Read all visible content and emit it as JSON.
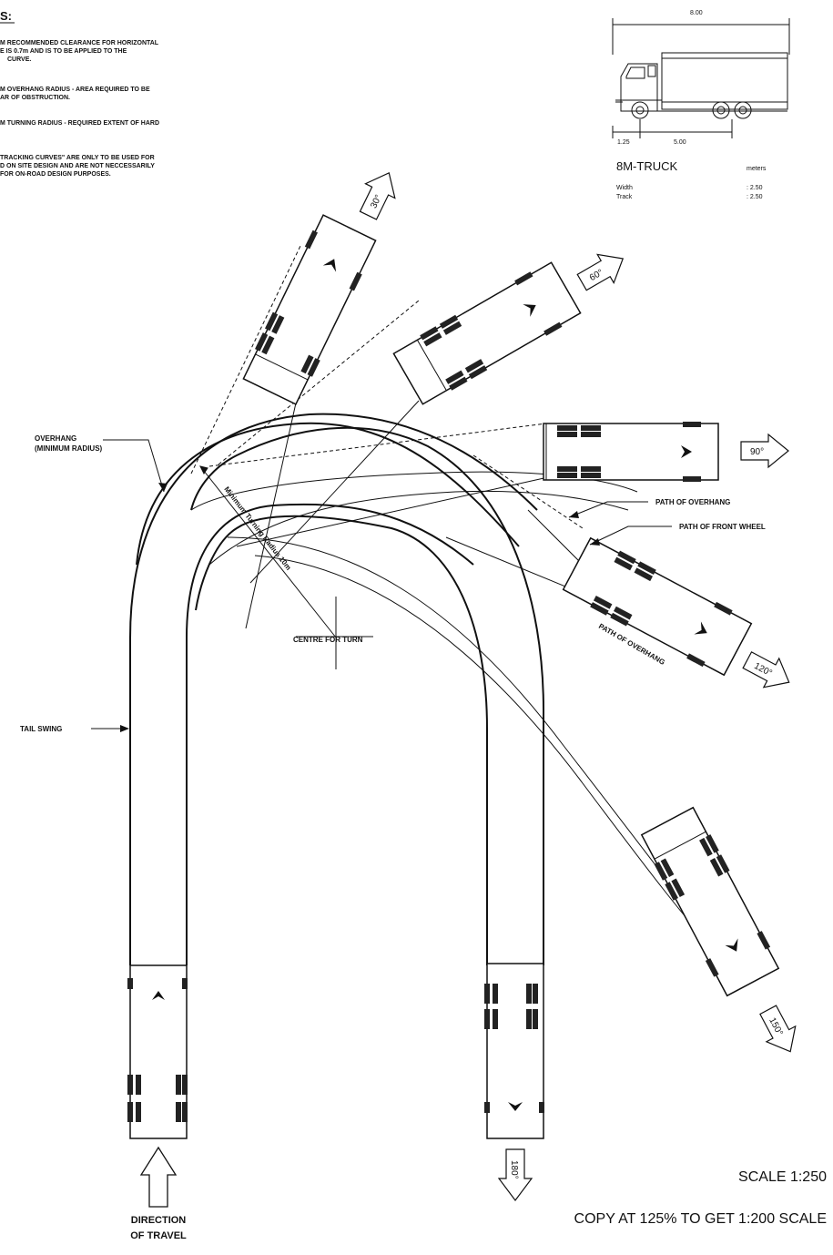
{
  "notes": {
    "title": "S:",
    "lines": [
      "M RECOMMENDED CLEARANCE FOR HORIZONTAL",
      "E IS 0.7m AND IS TO BE APPLIED TO THE",
      "CURVE.",
      "M OVERHANG RADIUS - AREA REQUIRED TO BE",
      "AR OF OBSTRUCTION.",
      "M TURNING RADIUS - REQUIRED EXTENT OF HARD",
      "TRACKING CURVES\" ARE ONLY TO BE USED FOR",
      "D ON SITE DESIGN AND ARE NOT NECCESSARILY",
      "FOR ON-ROAD DESIGN PURPOSES."
    ]
  },
  "truck": {
    "overall_length": "8.00",
    "front_overhang": "1.25",
    "wheelbase": "5.00",
    "name": "8M-TRUCK",
    "units": "meters",
    "width_label": "Width",
    "width_value": ": 2.50",
    "track_label": "Track",
    "track_value": ": 2.50"
  },
  "angles": [
    "30°",
    "60°",
    "90°",
    "120°",
    "150°",
    "180°"
  ],
  "labels": {
    "overhang_min_radius_1": "OVERHANG",
    "overhang_min_radius_2": "(MINIMUM RADIUS)",
    "min_turning_radius": "Minimum Turning Radius 10m",
    "centre_for_turn": "CENTRE FOR TURN",
    "path_of_overhang_top": "PATH OF OVERHANG",
    "path_of_front_wheel": "PATH OF FRONT WHEEL",
    "path_of_overhang_diag": "PATH OF OVERHANG",
    "tail_swing": "TAIL SWING",
    "direction_1": "DIRECTION",
    "direction_2": "OF TRAVEL"
  },
  "scale": {
    "scale_text": "SCALE 1:250",
    "copy_text": "COPY AT 125% TO GET 1:200 SCALE"
  }
}
